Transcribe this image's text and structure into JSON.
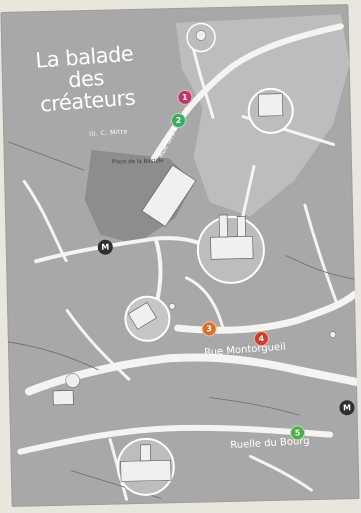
{
  "title": {
    "line1": "La balade",
    "line2": "des",
    "line3": "créateurs",
    "subtitle": "Ill. C. Mitte"
  },
  "streets": {
    "martyrs": "Rue des Martyrs",
    "montorgueil": "Rue Montorgueil",
    "ruelle": "Ruelle du Bourg",
    "place": "Place de la Bastille"
  },
  "markers": [
    {
      "num": "1",
      "color": "#c0356a"
    },
    {
      "num": "2",
      "color": "#3cab62"
    },
    {
      "num": "3",
      "color": "#d8702a"
    },
    {
      "num": "4",
      "color": "#d33a2c"
    },
    {
      "num": "5",
      "color": "#4dae46"
    }
  ],
  "metro": {
    "symbol": "M"
  }
}
